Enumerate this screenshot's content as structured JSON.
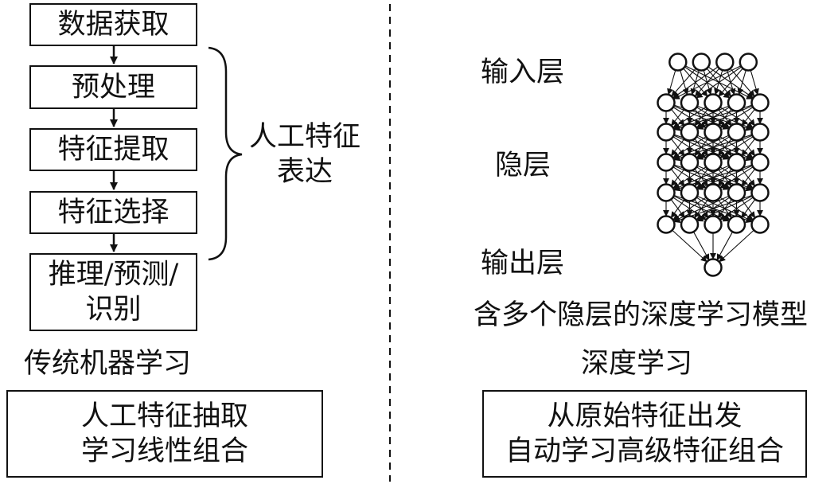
{
  "left": {
    "steps": [
      "数据获取",
      "预处理",
      "特征提取",
      "特征选择"
    ],
    "final_step": [
      "推理/预测/",
      "识别"
    ],
    "brace_label": [
      "人工特征",
      "表达"
    ],
    "caption": "传统机器学习",
    "summary": [
      "人工特征抽取",
      "学习线性组合"
    ]
  },
  "right": {
    "layer_labels": {
      "input": "输入层",
      "hidden": "隐层",
      "output": "输出层"
    },
    "network": {
      "input_nodes": 4,
      "hidden_layers": 5,
      "hidden_nodes_per_layer": 5,
      "output_nodes": 1
    },
    "model_caption": "含多个隐层的深度学习模型",
    "caption": "深度学习",
    "summary": [
      "从原始特征出发",
      "自动学习高级特征组合"
    ]
  },
  "colors": {
    "ink": "#111111",
    "background": "#ffffff"
  }
}
